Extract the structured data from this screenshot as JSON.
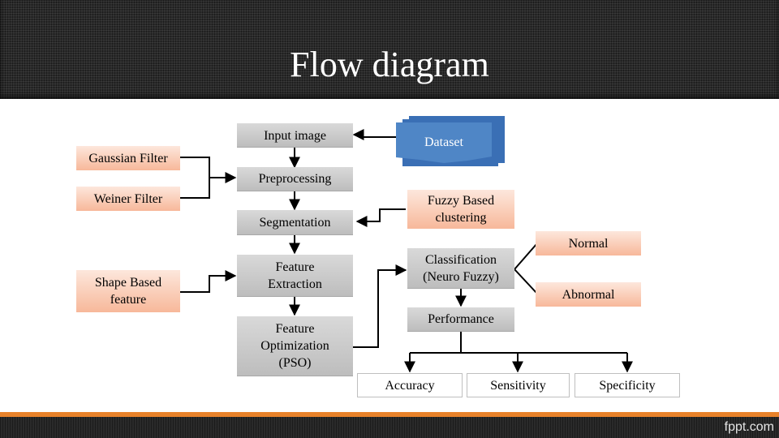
{
  "title": "Flow diagram",
  "watermark": "fppt.com",
  "nodes": {
    "input_image": "Input image",
    "dataset": "Dataset",
    "gaussian_filter": "Gaussian Filter",
    "preprocessing": "Preprocessing",
    "weiner_filter": "Weiner Filter",
    "fuzzy_clustering": "Fuzzy Based clustering",
    "segmentation": "Segmentation",
    "normal": "Normal",
    "feature_extraction": "Feature Extraction",
    "shape_feature": "Shape Based feature",
    "classification": "Classification (Neuro Fuzzy)",
    "abnormal": "Abnormal",
    "feature_optimization": "Feature Optimization (PSO)",
    "performance": "Performance",
    "accuracy": "Accuracy",
    "sensitivity": "Sensitivity",
    "specificity": "Specificity"
  },
  "colors": {
    "gray_box": "#d0d0d0",
    "orange_box": "#f9c9b1",
    "dataset_blue": "#4f86c6",
    "accent_orange": "#e8822a",
    "header_dark": "#2a2a2a"
  }
}
